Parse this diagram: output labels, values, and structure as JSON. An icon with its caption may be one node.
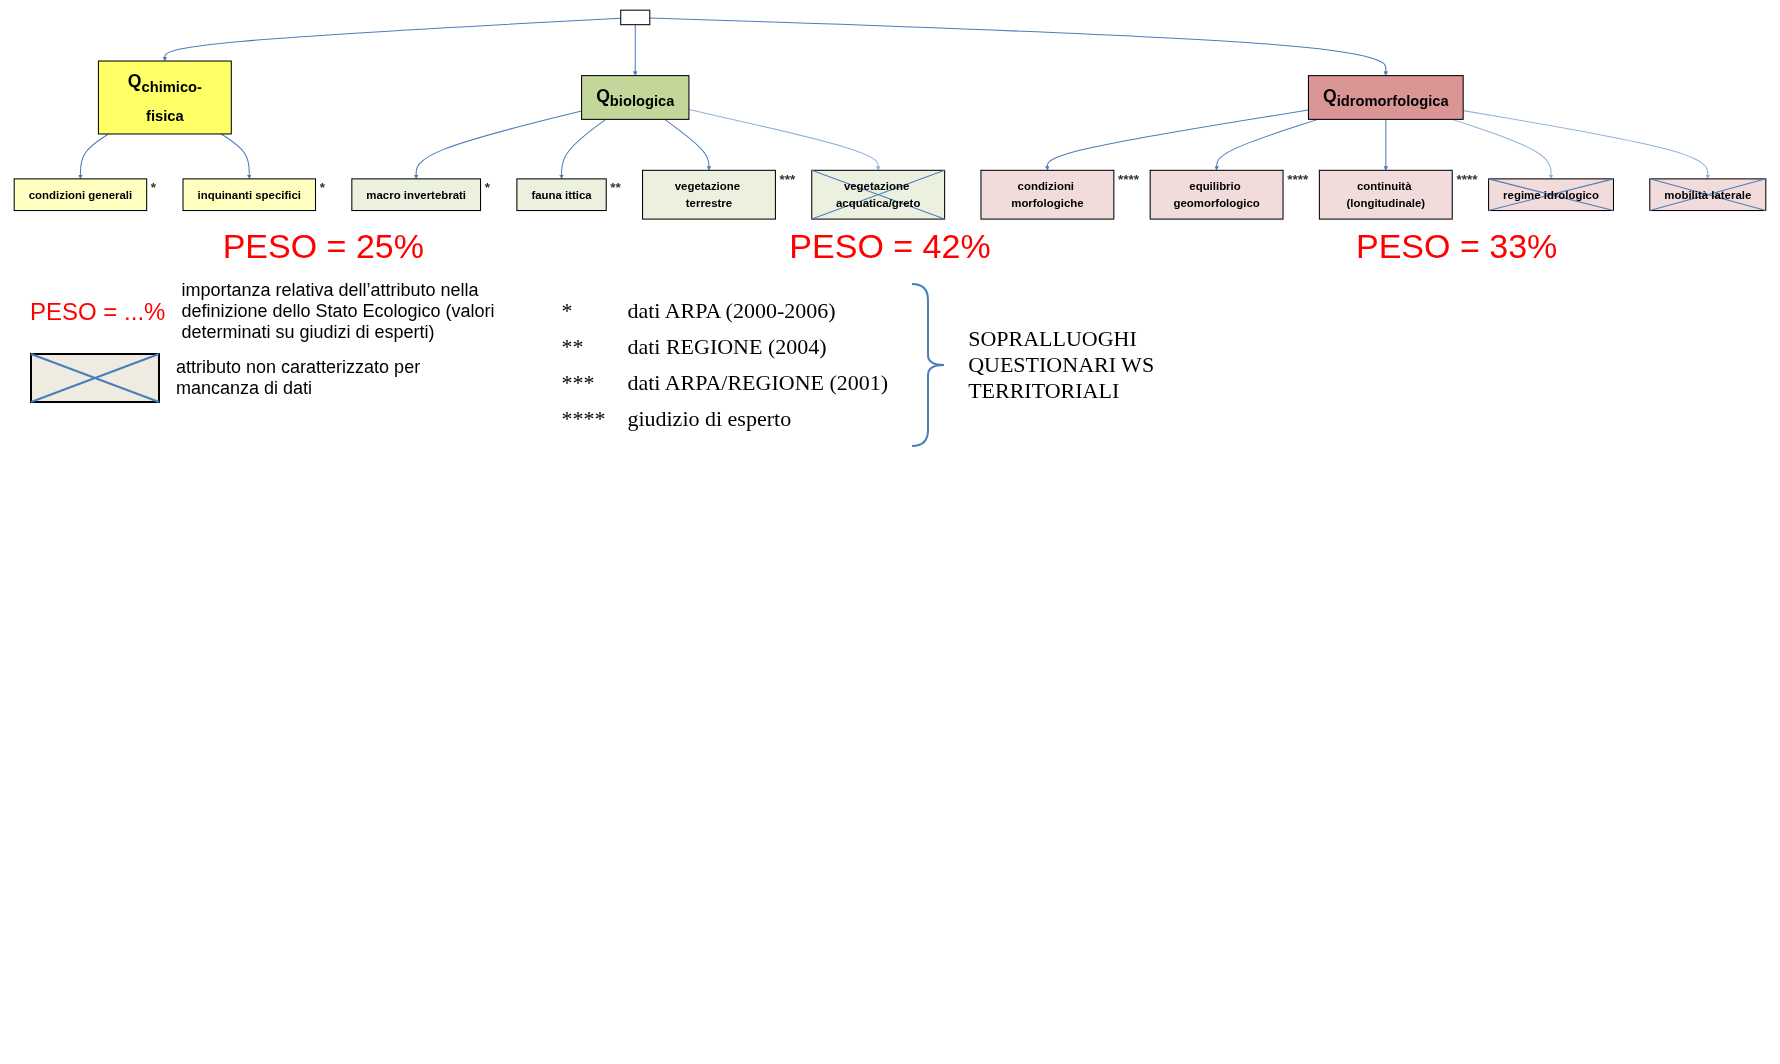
{
  "diagram": {
    "nodes": [
      {
        "text": [],
        "shape": "box"
      },
      {
        "text": [
          "Q$_{chimico-fisica}$"
        ]
      },
      {
        "text": [
          "condizioni generali"
        ],
        "beside": [
          "*"
        ]
      },
      {
        "text": [
          "inquinanti specifici"
        ],
        "beside": [
          "*"
        ]
      },
      {
        "text": [
          "Q$_{biologica}$"
        ]
      },
      {
        "text": [
          "macro invertebrati"
        ],
        "beside": [
          "*"
        ]
      },
      {
        "text": [
          "fauna ittica"
        ],
        "beside": [
          "**"
        ]
      },
      {
        "text": [
          "vegetazione terrestre"
        ],
        "beside": [
          "***"
        ]
      },
      {
        "text": [
          "vegetazione acquatica/greto"
        ]
      },
      {
        "text": [
          "Q$_{idromorfologica}$"
        ]
      },
      {
        "text": [
          "condizioni morfologiche"
        ],
        "beside": [
          "****"
        ]
      },
      {
        "text": [
          "equilibrio geomorfologico"
        ],
        "beside": [
          "****"
        ]
      },
      {
        "text": [
          "continuità (longitudinale)"
        ],
        "beside": [
          "****"
        ]
      },
      {
        "text": [
          "regime idrologico"
        ]
      },
      {
        "text": [
          "mobilità laterale"
        ]
      }
    ],
    "edges": [
      {
        "from": 0,
        "to": 1,
        "arrow": "to"
      },
      {
        "from": 0,
        "to": 4,
        "arrow": "to"
      },
      {
        "from": 0,
        "to": 9,
        "arrow": "to"
      },
      {
        "from": 1,
        "to": 2,
        "arrow": "to"
      },
      {
        "from": 1,
        "to": 3,
        "arrow": "to"
      },
      {
        "from": 4,
        "to": 5,
        "arrow": "to"
      },
      {
        "from": 4,
        "to": 6,
        "arrow": "to"
      },
      {
        "from": 4,
        "to": 7,
        "arrow": "to"
      },
      {
        "from": 4,
        "to": 8,
        "arrow": "to",
        "color": "#95b3d7"
      },
      {
        "from": 9,
        "to": 10,
        "arrow": "to"
      },
      {
        "from": 9,
        "to": 11,
        "arrow": "to"
      },
      {
        "from": 9,
        "to": 12,
        "arrow": "to"
      },
      {
        "from": 9,
        "to": 13,
        "arrow": "to",
        "color": "#95b3d7"
      },
      {
        "from": 9,
        "to": 14,
        "arrow": "to",
        "color": "#95b3d7"
      }
    ],
    "labels": [
      "PESO = 25%",
      "PESO = 42%",
      "PESO = 33%",
      "PESO = ...%",
      "importanza relativa dell’attributo nella definizione dello Stato Ecologico (valori determinati su giudizi di esperti)",
      "*",
      "dati ARPA (2000-2006)",
      "**",
      "dati REGIONE (2004)",
      "***",
      "dati ARPA/REGIONE (2001)",
      "****",
      "giudizio di esperto",
      "SOPRALLUOGHI QUESTIONARI WS TERRITORIALI"
    ],
    "legend": [
      {
        "text": "attributo non caratterizzato per mancanza di dati"
      }
    ]
  }
}
